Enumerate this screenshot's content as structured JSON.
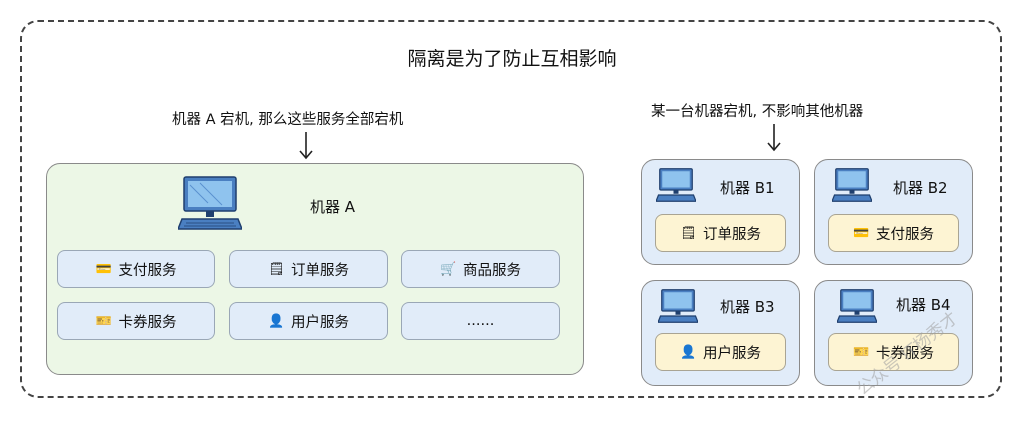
{
  "title": "隔离是为了防止互相影响",
  "note_a": "机器 A 宕机, 那么这些服务全部宕机",
  "note_b": "某一台机器宕机, 不影响其他机器",
  "machine_a": {
    "label": "机器 A",
    "services": [
      {
        "icon": "card-icon",
        "glyph": "💳",
        "label": "支付服务"
      },
      {
        "icon": "order-icon",
        "glyph": "🗒",
        "label": "订单服务"
      },
      {
        "icon": "cart-icon",
        "glyph": "🛒",
        "label": "商品服务"
      },
      {
        "icon": "coupon-icon",
        "glyph": "🎫",
        "label": "卡券服务"
      },
      {
        "icon": "user-icon",
        "glyph": "👤",
        "label": "用户服务"
      },
      {
        "icon": "",
        "glyph": "",
        "label": "......"
      }
    ]
  },
  "machines_b": [
    {
      "label": "机器 B1",
      "service": {
        "icon": "order-icon",
        "glyph": "🗒",
        "label": "订单服务"
      }
    },
    {
      "label": "机器 B2",
      "service": {
        "icon": "card-icon",
        "glyph": "💳",
        "label": "支付服务"
      }
    },
    {
      "label": "机器 B3",
      "service": {
        "icon": "user-icon",
        "glyph": "👤",
        "label": "用户服务"
      }
    },
    {
      "label": "机器 B4",
      "service": {
        "icon": "coupon-icon",
        "glyph": "🎫",
        "label": "卡券服务"
      }
    }
  ],
  "watermark": "公众号 IT杨秀才"
}
